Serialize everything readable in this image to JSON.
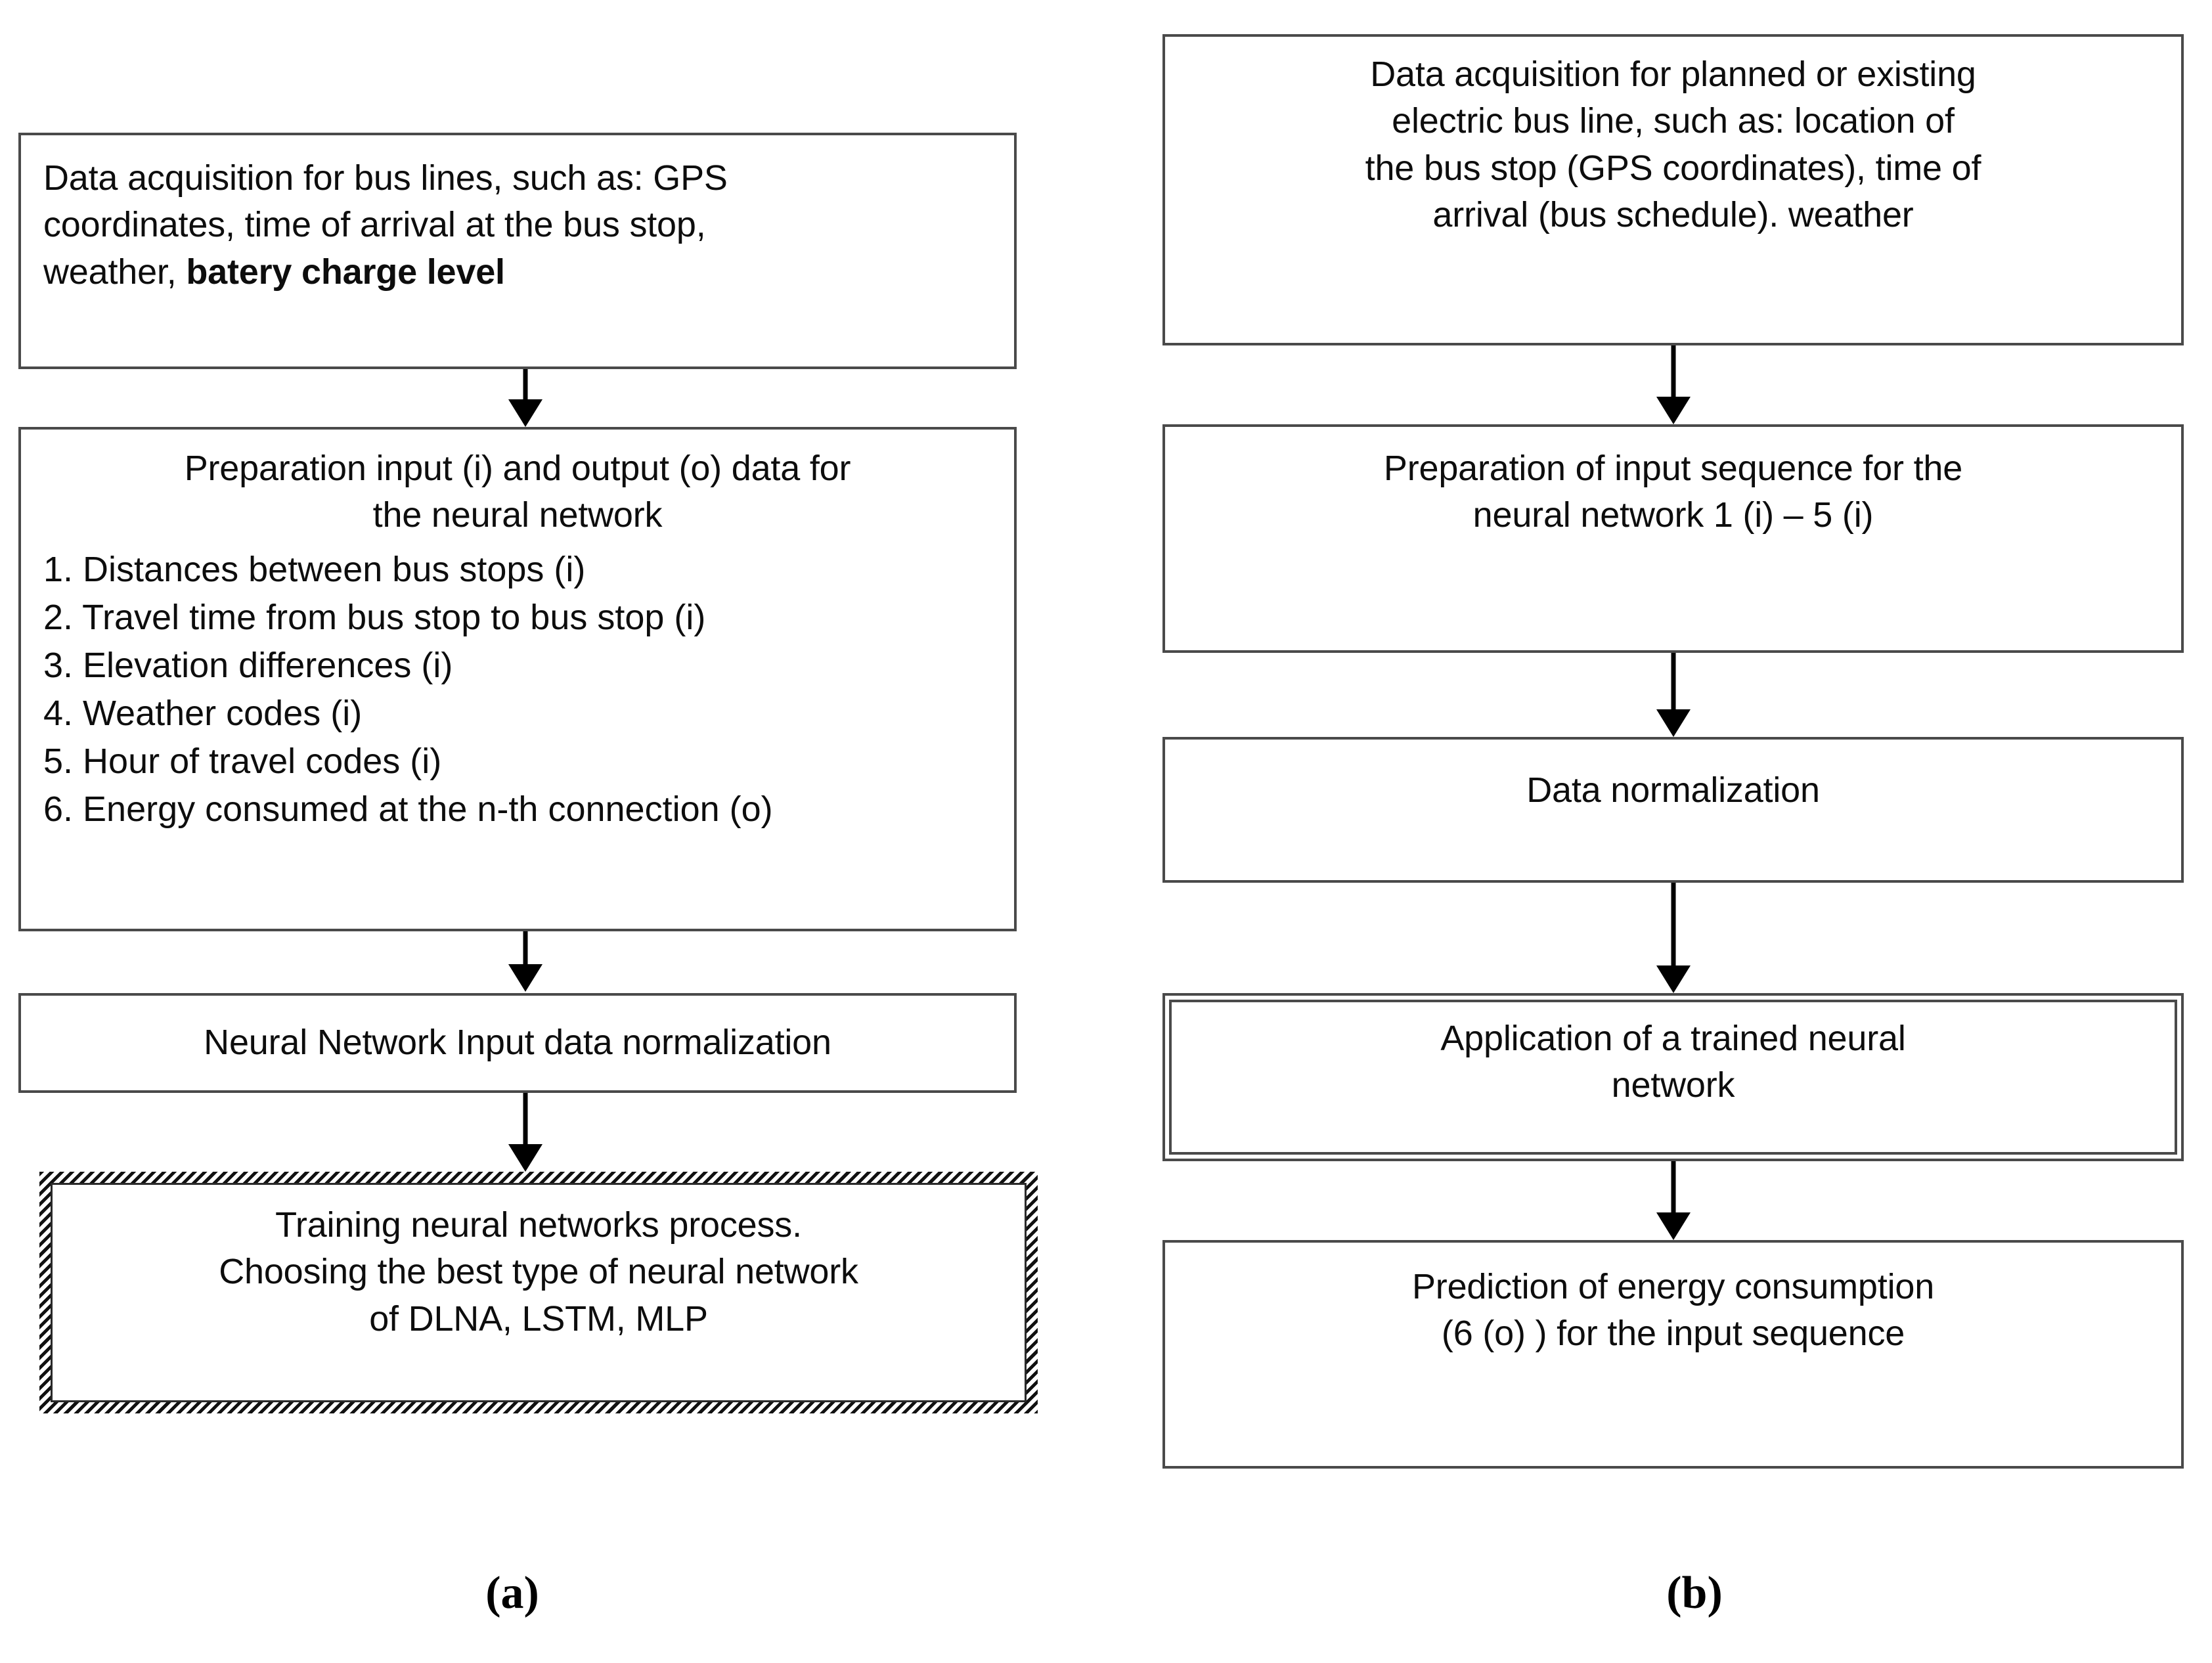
{
  "figure": {
    "type": "flowchart",
    "panels": [
      {
        "id": "a",
        "caption": "(a)",
        "boxes": [
          {
            "name": "data-acquisition",
            "lines": [
              "Data acquisition for bus lines, such as:  GPS",
              "coordinates, time of arrival at the bus stop,",
              "weather,"
            ],
            "bold_tail": "batery charge level",
            "style": "single"
          },
          {
            "name": "preparation-io-data",
            "heading": [
              "Preparation input (i) and output (o) data for",
              "the neural network"
            ],
            "list": [
              "1. Distances between bus stops (i)",
              "2. Travel time from bus stop to bus stop (i)",
              "3. Elevation differences (i)",
              "4. Weather codes (i)",
              "5. Hour of travel codes (i)",
              "6. Energy consumed at the n-th connection (o)"
            ],
            "style": "single"
          },
          {
            "name": "nn-input-normalization",
            "lines": [
              "Neural Network Input data normalization"
            ],
            "style": "single"
          },
          {
            "name": "training-process",
            "lines": [
              "Training neural networks process.",
              "Choosing the best type of neural network",
              "of DLNA, LSTM, MLP"
            ],
            "style": "hatched"
          }
        ],
        "arrows": 3
      },
      {
        "id": "b",
        "caption": "(b)",
        "boxes": [
          {
            "name": "data-acquisition-electric",
            "lines": [
              "Data acquisition for planned or existing",
              "electric bus line, such as: location of",
              "the bus stop (GPS coordinates), time of",
              "arrival (bus schedule). weather"
            ],
            "style": "single"
          },
          {
            "name": "preparation-input-sequence",
            "lines": [
              "Preparation of input sequence for the",
              "neural network 1 (i) – 5 (i)"
            ],
            "style": "single"
          },
          {
            "name": "data-normalization",
            "lines": [
              "Data normalization"
            ],
            "style": "single"
          },
          {
            "name": "application-trained-nn",
            "lines": [
              "Application of a trained neural",
              "network"
            ],
            "style": "double"
          },
          {
            "name": "prediction-energy-consumption",
            "lines": [
              "Prediction of energy consumption",
              "(6 (o) ) for the input sequence"
            ],
            "style": "single"
          }
        ],
        "arrows": 4
      }
    ]
  },
  "colors": {
    "background": "#ffffff",
    "box_border": "#4a4a4a",
    "text": "#0d0d0d",
    "arrow": "#000000",
    "hatch": "#111111"
  }
}
